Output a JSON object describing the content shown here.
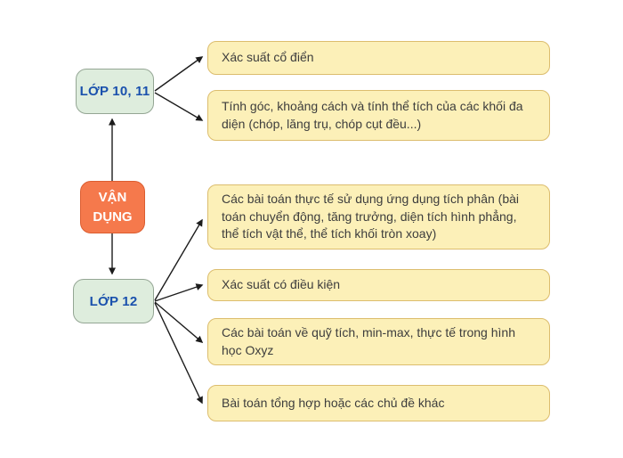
{
  "diagram": {
    "nodes": {
      "root": {
        "label": "VẬN DỤNG"
      },
      "grade_10_11": {
        "label": "LỚP 10, 11"
      },
      "grade_12": {
        "label": "LỚP 12"
      }
    },
    "grade_10_11_topics": [
      "Xác suất cổ điển",
      "Tính góc, khoảng cách và tính thể tích của các khối đa diện (chóp, lăng trụ, chóp cụt đều...)"
    ],
    "grade_12_topics": [
      "Các bài toán thực tế sử dụng ứng dụng tích phân (bài toán chuyển động, tăng trưởng, diện tích hình phẳng, thể tích vật thể, thể tích khối tròn xoay)",
      "Xác suất có điều kiện",
      "Các bài toán về quỹ tích, min-max, thực tế trong hình học Oxyz",
      "Bài toán tổng hợp hoặc các chủ đề khác"
    ],
    "colors": {
      "background": "#ffffff",
      "grade_box_bg": "#deeddd",
      "grade_box_border": "#94a694",
      "grade_box_text": "#1a51ad",
      "root_box_bg": "#f5794c",
      "root_box_border": "#db5d30",
      "root_box_text": "#ffffff",
      "topic_box_bg": "#fcf0b8",
      "topic_box_border": "#dcbd6e",
      "topic_text": "#3d3d3d",
      "connector": "#1c1c1c"
    }
  }
}
